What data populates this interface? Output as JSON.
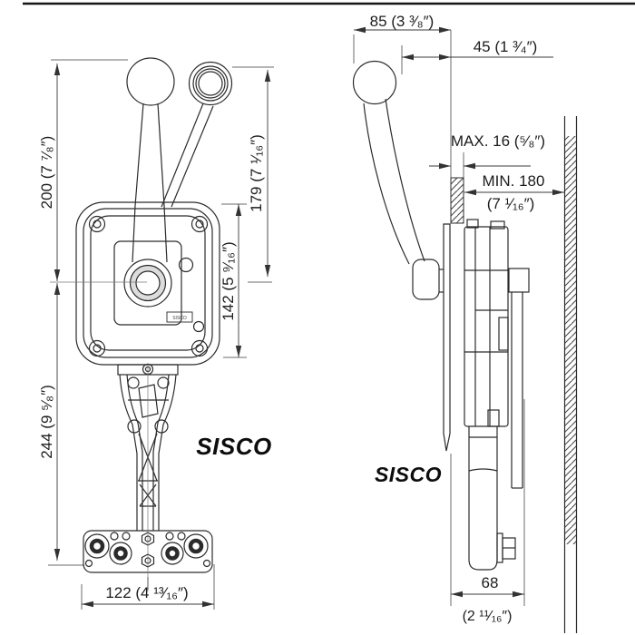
{
  "page": {
    "background": "#ffffff",
    "colors": {
      "object_line": "#2b2b2b",
      "dim_line": "#3a3a3a",
      "hatch": "#4a4a4a",
      "hub_shade": "#dcdcdc"
    }
  },
  "views": {
    "front": {
      "name": "front-view",
      "brand_text": "SISCO",
      "label_plate_text": "SISCO",
      "dimensions": {
        "overall_height": "200 (7 ⁷⁄₈″)",
        "lever_above_head": "179 (7 ¹⁄₁₆″)",
        "head_height": "142 (5 ⁹⁄₁₆″)",
        "pedestal_height": "244 (9 ⁵⁄₈″)",
        "base_width": "122 (4 ¹³⁄₁₆″)"
      }
    },
    "side": {
      "name": "side-view",
      "brand_text": "SISCO",
      "dimensions": {
        "knob_offset": "85 (3 ³⁄₈″)",
        "lever_travel": "45 (1 ³⁄₄″)",
        "panel_thickness_max": "MAX. 16 (⁵⁄₈″)",
        "rear_clearance_min_mm": "MIN. 180",
        "rear_clearance_min_in": "(7 ¹⁄₁₆″)",
        "body_depth_mm": "68",
        "body_depth_in": "(2 ¹¹⁄₁₆″)"
      }
    }
  }
}
